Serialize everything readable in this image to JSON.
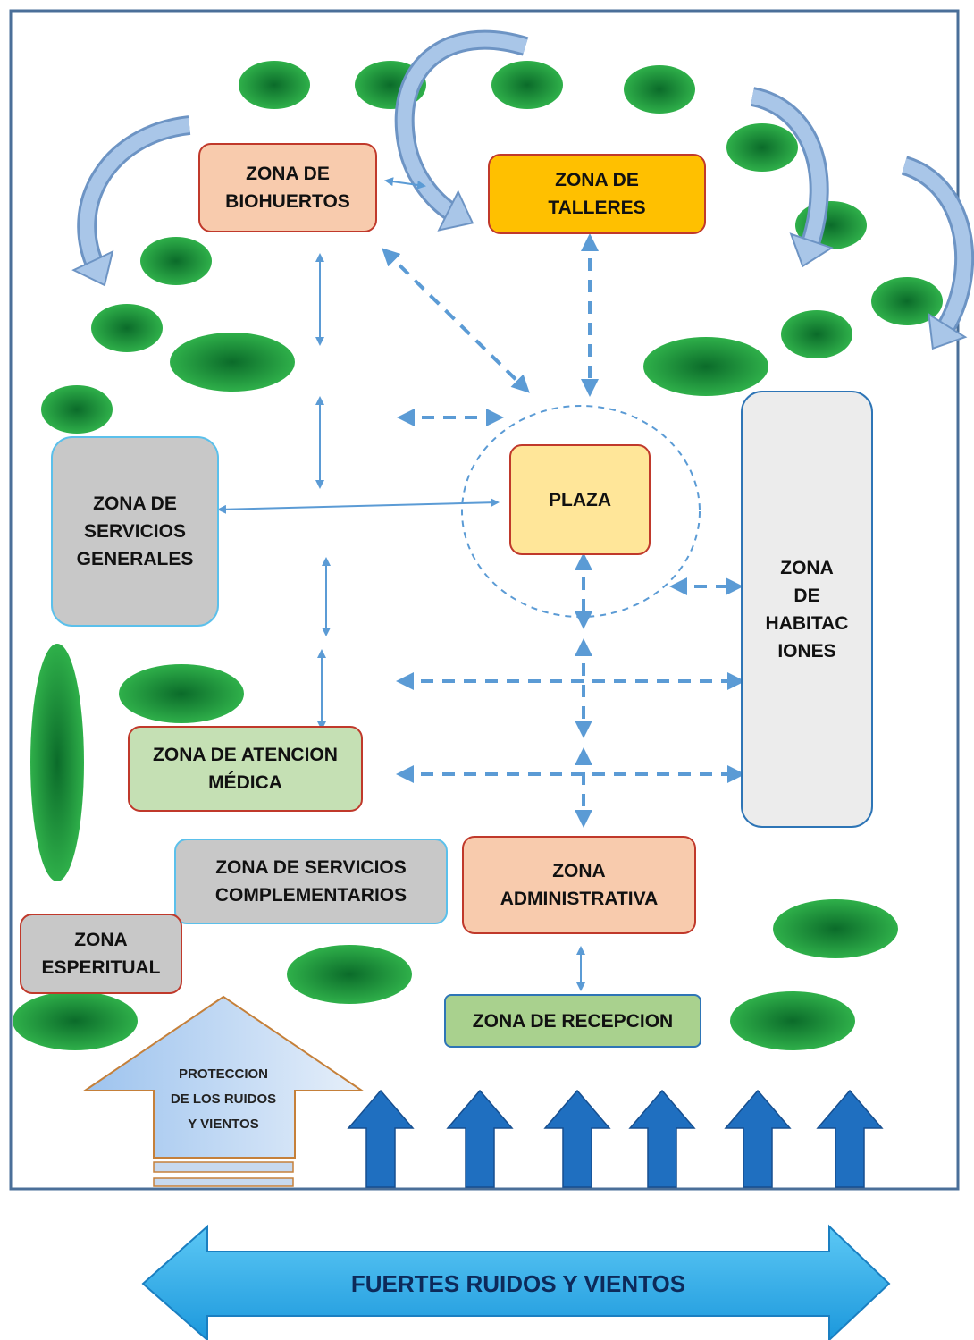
{
  "colors": {
    "frame": "#4a6f99",
    "tree_dark": "#0b6b2a",
    "tree_light": "#2fb04a",
    "curve_arrow_fill": "#a9c6e8",
    "curve_arrow_stroke": "#6d94c4",
    "link": "#5b9bd5",
    "wind_arrow": "#1f6fc0",
    "big_arrow_light": "#45b8ef",
    "big_arrow_dark": "#1c8fd6"
  },
  "zones": [
    {
      "id": "biohuertos",
      "label": "ZONA DE\nBIOHUERTOS",
      "fill": "#f8cbad",
      "border": "#c0392b"
    },
    {
      "id": "talleres",
      "label": "ZONA DE\nTALLERES",
      "fill": "#ffc000",
      "border": "#c0392b"
    },
    {
      "id": "plaza",
      "label": "PLAZA",
      "fill": "#ffe699",
      "border": "#c0392b"
    },
    {
      "id": "servicios-generales",
      "label": "ZONA DE\nSERVICIOS\nGENERALES",
      "fill": "#c8c8c8",
      "border": "#5bc0eb"
    },
    {
      "id": "habitaciones",
      "label": "ZONA\nDE\nHABITAC\nIONES",
      "fill": "#ececec",
      "border": "#2e75b6"
    },
    {
      "id": "atencion-medica",
      "label": "ZONA DE ATENCION\nMÉDICA",
      "fill": "#c5e0b4",
      "border": "#c0392b"
    },
    {
      "id": "servicios-complementarios",
      "label": "ZONA DE  SERVICIOS\nCOMPLEMENTARIOS",
      "fill": "#c8c8c8",
      "border": "#5bc0eb"
    },
    {
      "id": "administrativa",
      "label": "ZONA\nADMINISTRATIVA",
      "fill": "#f8cbad",
      "border": "#c0392b"
    },
    {
      "id": "espiritual",
      "label": "ZONA\nESPERITUAL",
      "fill": "#c8c8c8",
      "border": "#c0392b"
    },
    {
      "id": "recepcion",
      "label": "ZONA DE RECEPCION",
      "fill": "#a9d18e",
      "border": "#2e75b6"
    }
  ],
  "protection_label": "PROTECCION\nDE LOS RUIDOS\nY VIENTOS",
  "noise_label": "FUERTES RUIDOS Y VIENTOS"
}
